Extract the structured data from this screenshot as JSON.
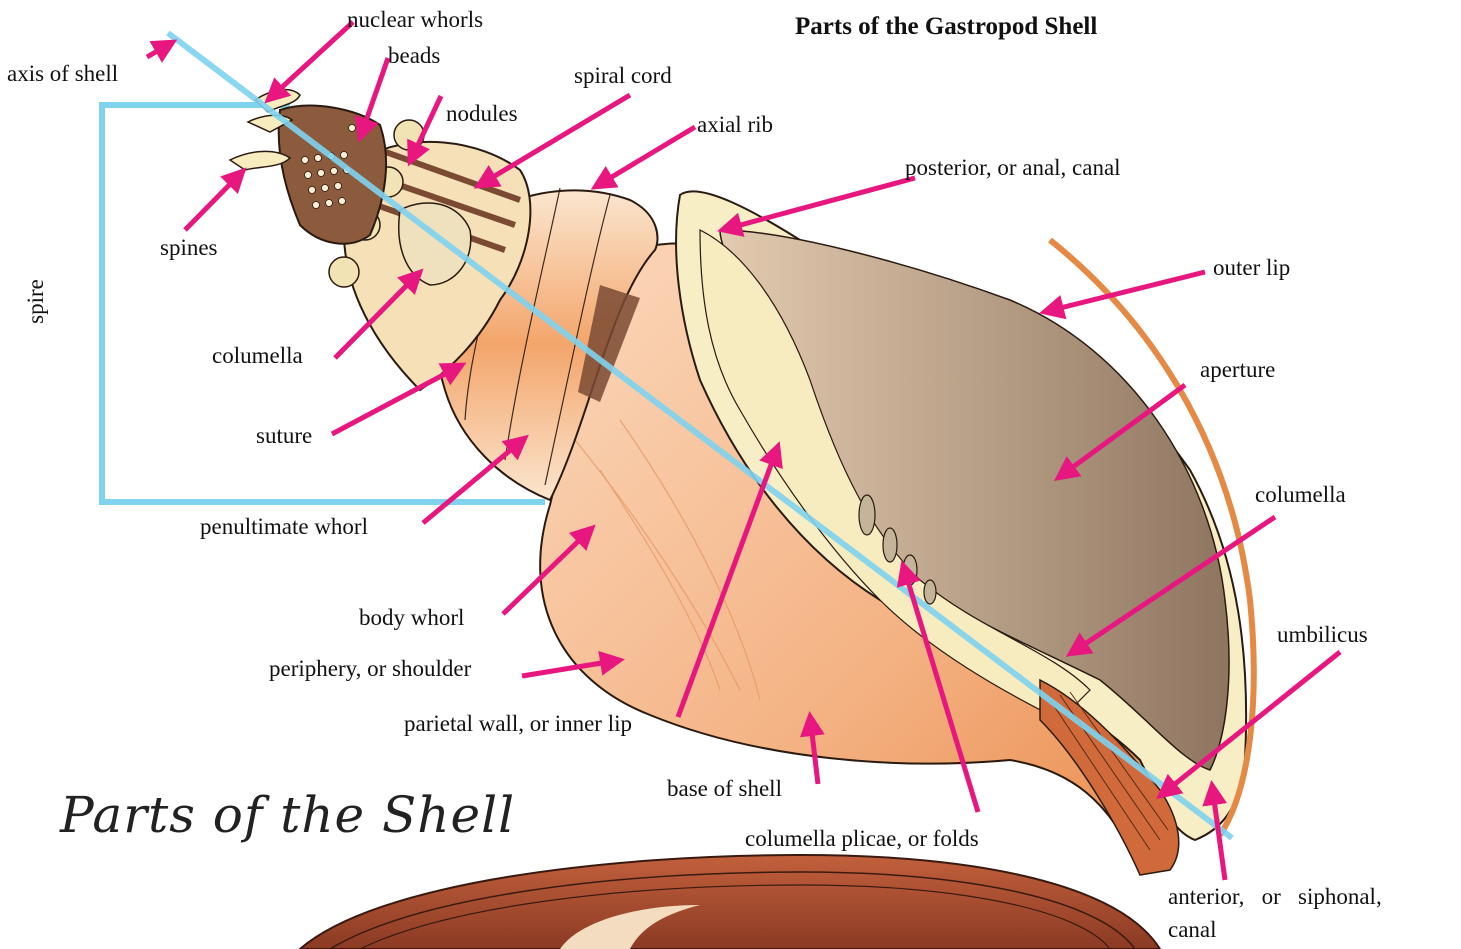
{
  "title": "Parts of the Gastropod Shell",
  "subtitle": "Parts of the Shell",
  "labels": {
    "axis_of_shell": "axis of shell",
    "nuclear_whorls": "nuclear whorls",
    "beads": "beads",
    "nodules": "nodules",
    "spiral_cord": "spiral cord",
    "axial_rib": "axial rib",
    "posterior_canal": "posterior, or anal, canal",
    "outer_lip": "outer lip",
    "aperture": "aperture",
    "columella_right": "columella",
    "umbilicus": "umbilicus",
    "spines": "spines",
    "spire": "spire",
    "columella_left": "columella",
    "suture": "suture",
    "penultimate_whorl": "penultimate whorl",
    "body_whorl": "body whorl",
    "periphery": "periphery, or shoulder",
    "parietal_wall": "parietal wall, or inner lip",
    "base_of_shell": "base of shell",
    "columella_plicae": "columella plicae, or folds",
    "anterior_canal_1": "anterior,   or   siphonal,",
    "anterior_canal_2": "canal"
  },
  "colors": {
    "arrow": "#e8177f",
    "axis": "#7fd3ef",
    "shell_orange": "#f2a66e",
    "shell_cream": "#f6ecc0",
    "aperture_brown": "#a58a72",
    "dark_brown": "#7a4a33"
  }
}
